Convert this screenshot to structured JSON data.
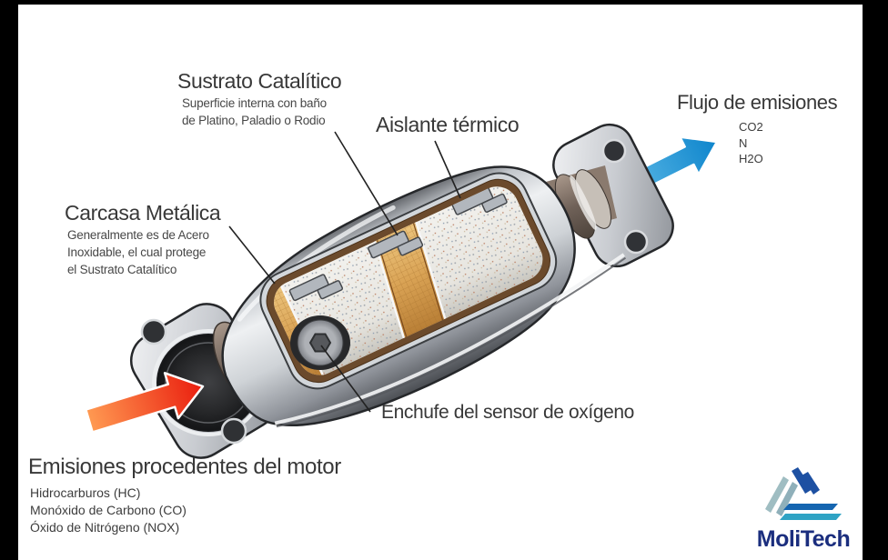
{
  "page": {
    "background": "#ffffff",
    "frame_color": "#000000"
  },
  "labels": {
    "sustrato": {
      "title": "Sustrato Catalítico",
      "sub1": "Superficie interna con baño",
      "sub2": "de Platino, Paladio o Rodio"
    },
    "aislante": {
      "title": "Aislante térmico"
    },
    "carcasa": {
      "title": "Carcasa Metálica",
      "sub1": "Generalmente es de Acero",
      "sub2": "Inoxidable, el cual protege",
      "sub3": "el Sustrato Catalítico"
    },
    "flujo": {
      "title": "Flujo de emisiones",
      "items": [
        "CO2",
        "N",
        "H2O"
      ]
    },
    "enchufe": {
      "title": "Enchufe del sensor de oxígeno"
    },
    "emisiones": {
      "title": "Emisiones procedentes del motor",
      "items": [
        "Hidrocarburos (HC)",
        "Monóxido de Carbono (CO)",
        "Óxido de Nitrógeno (NOX)"
      ]
    }
  },
  "diagram": {
    "subject": "catalytic-converter-cutaway",
    "inlet_arrow_color": "#ee2a12",
    "outlet_arrow_color": "#1b8ed8",
    "substrate_color": "#d9a254",
    "insulation_color": "#6b4a2c",
    "casing_color": "#c9ccd1"
  },
  "logo": {
    "name": "MoliTech",
    "text_color": "#1b2e7e",
    "dark_blue": "#1d50a2",
    "light_blue": "#9fbdc2",
    "teal": "#2fa3c4"
  }
}
